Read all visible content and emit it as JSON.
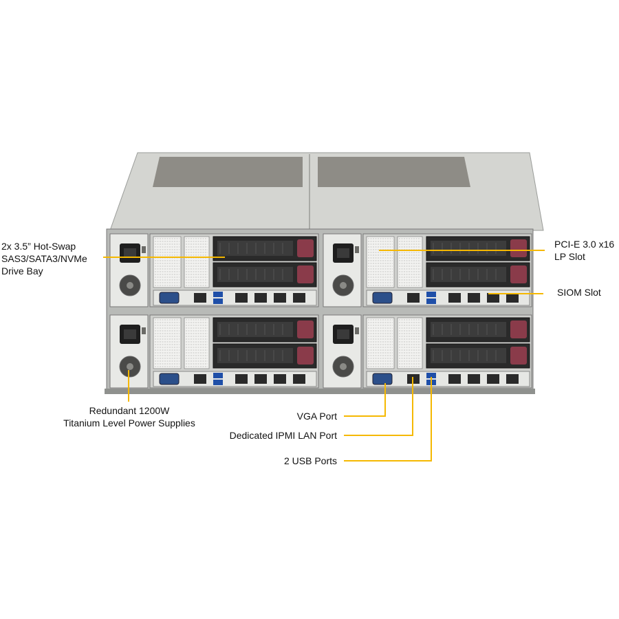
{
  "callouts": {
    "drive_bay": [
      "2x 3.5” Hot-Swap",
      "SAS3/SATA3/NVMe",
      "Drive Bay"
    ],
    "pcie_slot": [
      "PCI-E  3.0 x16",
      "LP Slot"
    ],
    "siom_slot": [
      "SIOM  Slot"
    ],
    "power_supplies": [
      "Redundant  1200W",
      "Titanium  Level Power Supplies"
    ],
    "vga_port": "VGA Port",
    "ipmi_port": "Dedicated IPMI  LAN Port",
    "usb_ports": "2 USB Ports"
  },
  "colors": {
    "callout_line": "#f5b800",
    "chassis": "#bfc2c0",
    "chassis_top": "#d9dad6",
    "drive_tray": "#2a2a2a",
    "drive_latch": "#8a3b4a",
    "panel": "#e8e9e6"
  }
}
